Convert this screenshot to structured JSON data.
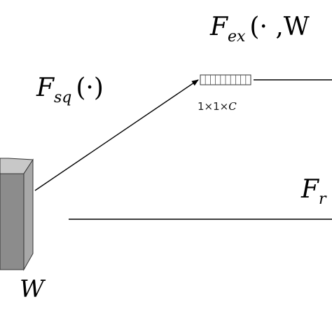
{
  "labels": {
    "f_sq": {
      "symbol": "F",
      "subscript": "sq",
      "argument": "(·)"
    },
    "f_ex": {
      "symbol": "F",
      "subscript": "ex",
      "argument": "(· ,W"
    },
    "f_scale_partial": {
      "symbol": "F",
      "subscript": "r"
    },
    "vector_dims": {
      "prefix": "1×1×",
      "channel": "C"
    },
    "cube_width": "W"
  },
  "colors": {
    "cube_front": "#8c8c8c",
    "cube_top": "#c8c8c8",
    "cube_side": "#a8a8a8",
    "line": "#000000",
    "vector_cell": "#ffffff"
  },
  "vector": {
    "cells": 10
  }
}
